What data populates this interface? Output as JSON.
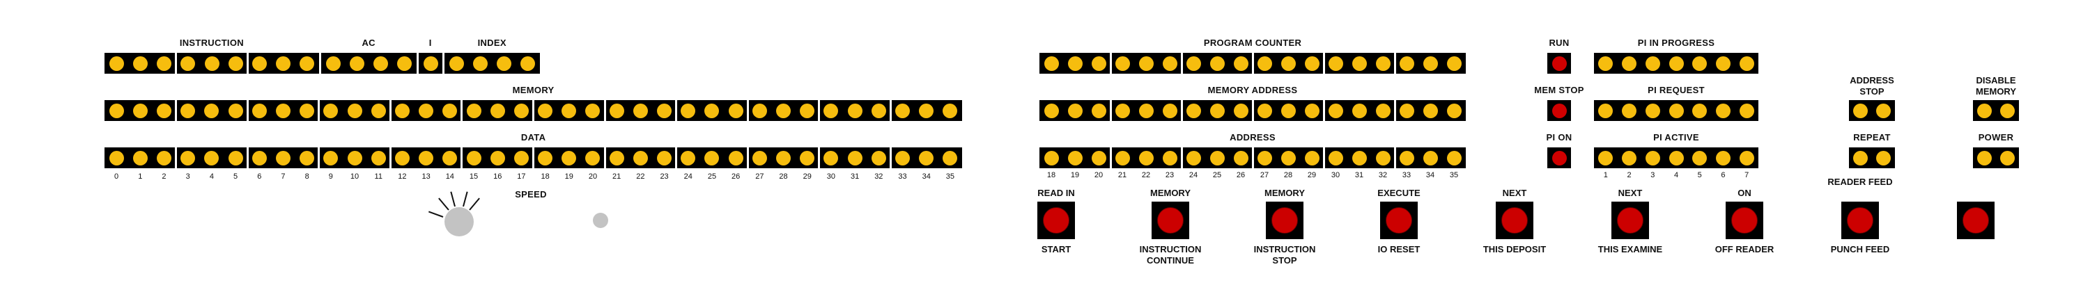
{
  "left": {
    "row1_labels": {
      "instruction": "INSTRUCTION",
      "ac": "AC",
      "i": "I",
      "index": "INDEX"
    },
    "memory_label": "MEMORY",
    "data_label": "DATA",
    "bit_numbers": [
      "0",
      "1",
      "2",
      "3",
      "4",
      "5",
      "6",
      "7",
      "8",
      "9",
      "10",
      "11",
      "12",
      "13",
      "14",
      "15",
      "16",
      "17",
      "18",
      "19",
      "20",
      "21",
      "22",
      "23",
      "24",
      "25",
      "26",
      "27",
      "28",
      "29",
      "30",
      "31",
      "32",
      "33",
      "34",
      "35"
    ],
    "speed_label": "SPEED"
  },
  "middle": {
    "program_counter_label": "PROGRAM COUNTER",
    "memory_address_label": "MEMORY ADDRESS",
    "address_label": "ADDRESS",
    "bit_numbers": [
      "18",
      "19",
      "20",
      "21",
      "22",
      "23",
      "24",
      "25",
      "26",
      "27",
      "28",
      "29",
      "30",
      "31",
      "32",
      "33",
      "34",
      "35"
    ]
  },
  "status": {
    "run_label": "RUN",
    "mem_stop_label": "MEM STOP",
    "pi_on_label": "PI ON",
    "pi_in_progress_label": "PI IN PROGRESS",
    "pi_request_label": "PI REQUEST",
    "pi_active_label": "PI ACTIVE",
    "pi_numbers": [
      "1",
      "2",
      "3",
      "4",
      "5",
      "6",
      "7"
    ]
  },
  "right": {
    "address_stop_label": "ADDRESS STOP",
    "disable_memory_label": "DISABLE MEMORY",
    "repeat_label": "REPEAT",
    "power_label": "POWER"
  },
  "switches": [
    {
      "top": "READ IN",
      "bottom": "START"
    },
    {
      "top": "MEMORY",
      "bottom": "INSTRUCTION CONTINUE"
    },
    {
      "top": "MEMORY",
      "bottom": "INSTRUCTION STOP"
    },
    {
      "top": "EXECUTE",
      "bottom": "IO RESET"
    },
    {
      "top": "NEXT",
      "bottom": "THIS DEPOSIT"
    },
    {
      "top": "NEXT",
      "bottom": "THIS EXAMINE"
    },
    {
      "top": "ON",
      "bottom": "OFF READER"
    },
    {
      "top": "READER FEED",
      "bottom": "PUNCH FEED"
    },
    {
      "top": "",
      "bottom": ""
    }
  ],
  "colors": {
    "lamp_yellow": "#f6bd0e",
    "lamp_red": "#d00000",
    "switch_red": "#cc0000",
    "knob_gray": "#c3c3c3"
  }
}
